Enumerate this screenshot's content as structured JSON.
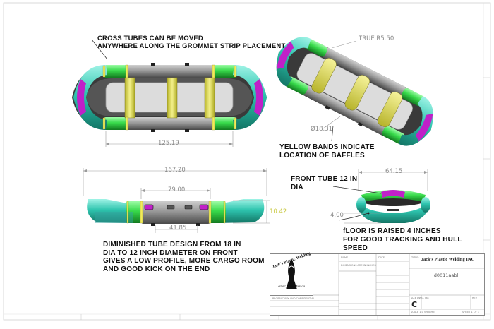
{
  "notes": {
    "cross_tubes_1": "CROSS TUBES CAN BE MOVED",
    "cross_tubes_2": "ANYWHERE ALONG THE GROMMET  STRIP PLACEMENT",
    "yellow_1": "YELLOW BANDS INDICATE",
    "yellow_2": "LOCATION OF BAFFLES",
    "front_1": "FRONT TUBE 12 IN",
    "front_2": "DIA",
    "floor_1": "fLOOR IS RAISED 4 INCHES",
    "floor_2": "FOR GOOD TRACKING AND HULL",
    "floor_3": "SPEED",
    "dimin_1": "DIMINISHED TUBE DESIGN FROM 18 IN",
    "dimin_2": "DIA TO 12 INCH DIAMETER ON FRONT",
    "dimin_3": "GIVES A LOW PROFILE, MORE CARGO ROOM",
    "dimin_4": "AND GOOD KICK ON THE END"
  },
  "dimensions": {
    "true_r": "TRUE R5.50",
    "diameter": "Ø18.31",
    "width_top": "125.19",
    "length_total": "167.20",
    "length_mid": "79.00",
    "height": "10.42",
    "floor_len": "41.85",
    "front_width": "64.15",
    "floor_raise": "4.00"
  },
  "title_block": {
    "company": "Jack's Plastic Welding INC",
    "drawing_no": "d0011aabl",
    "size": "C",
    "logo_top": "Jack's Plastic Welding",
    "logo_bottom": "Aztec, New Mexico",
    "rev_label": "REV",
    "size_label": "SIZE  DWG. NO.",
    "scale_label": "SCALE 1:1  WEIGHT:",
    "sheet_label": "SHEET 1 OF 1",
    "prop_label": "PROPRIETARY AND CONFIDENTIAL",
    "dims_label": "DIMENSIONS ARE IN INCHES",
    "name_label": "NAME",
    "date_label": "DATE",
    "title_label": "TITLE:"
  },
  "colors": {
    "tube_green": "#37d94a",
    "tube_teal": "#2ec4ae",
    "tube_gray": "#8c8c8c",
    "band_yellow": "#e6e24a",
    "handle_magenta": "#c020c8",
    "floor_light": "#d7d7d7"
  }
}
